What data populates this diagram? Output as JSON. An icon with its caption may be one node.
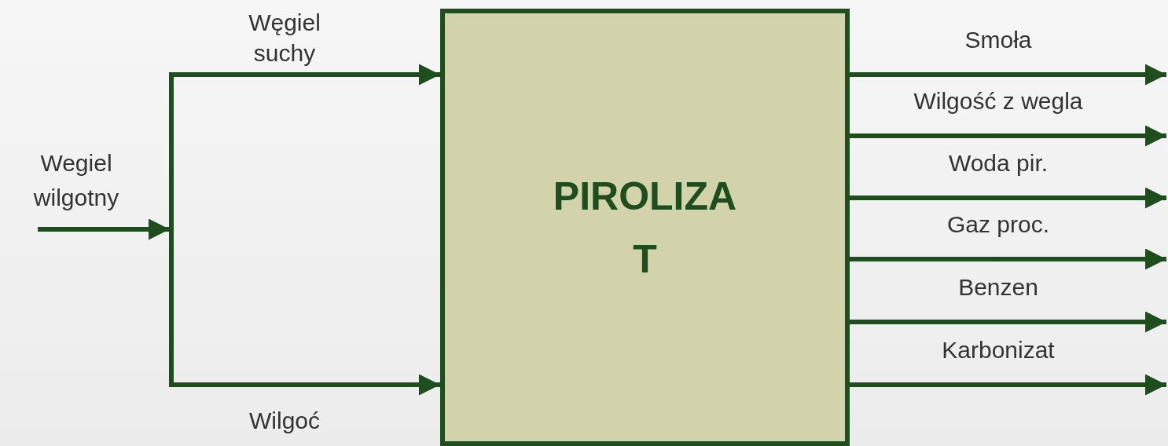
{
  "diagram": {
    "nodes": [
      {
        "text": [
          "Wegiel wilgotny"
        ]
      },
      {
        "text": [
          "PIROLIZA",
          "T"
        ]
      }
    ],
    "edges": [
      {
        "from": 0,
        "to": 1,
        "arrow": "to",
        "label": "Węgiel suchy"
      },
      {
        "from": 0,
        "to": 1,
        "arrow": "to",
        "label": "Wilgoć"
      },
      {
        "from": 1,
        "to": null,
        "arrow": "to",
        "label": "Smoła"
      },
      {
        "from": 1,
        "to": null,
        "arrow": "to",
        "label": "Wilgość z wegla"
      },
      {
        "from": 1,
        "to": null,
        "arrow": "to",
        "label": "Woda pir."
      },
      {
        "from": 1,
        "to": null,
        "arrow": "to",
        "label": "Gaz proc."
      },
      {
        "from": 1,
        "to": null,
        "arrow": "to",
        "label": "Benzen"
      },
      {
        "from": 1,
        "to": null,
        "arrow": "to",
        "label": "Karbonizat"
      }
    ]
  }
}
